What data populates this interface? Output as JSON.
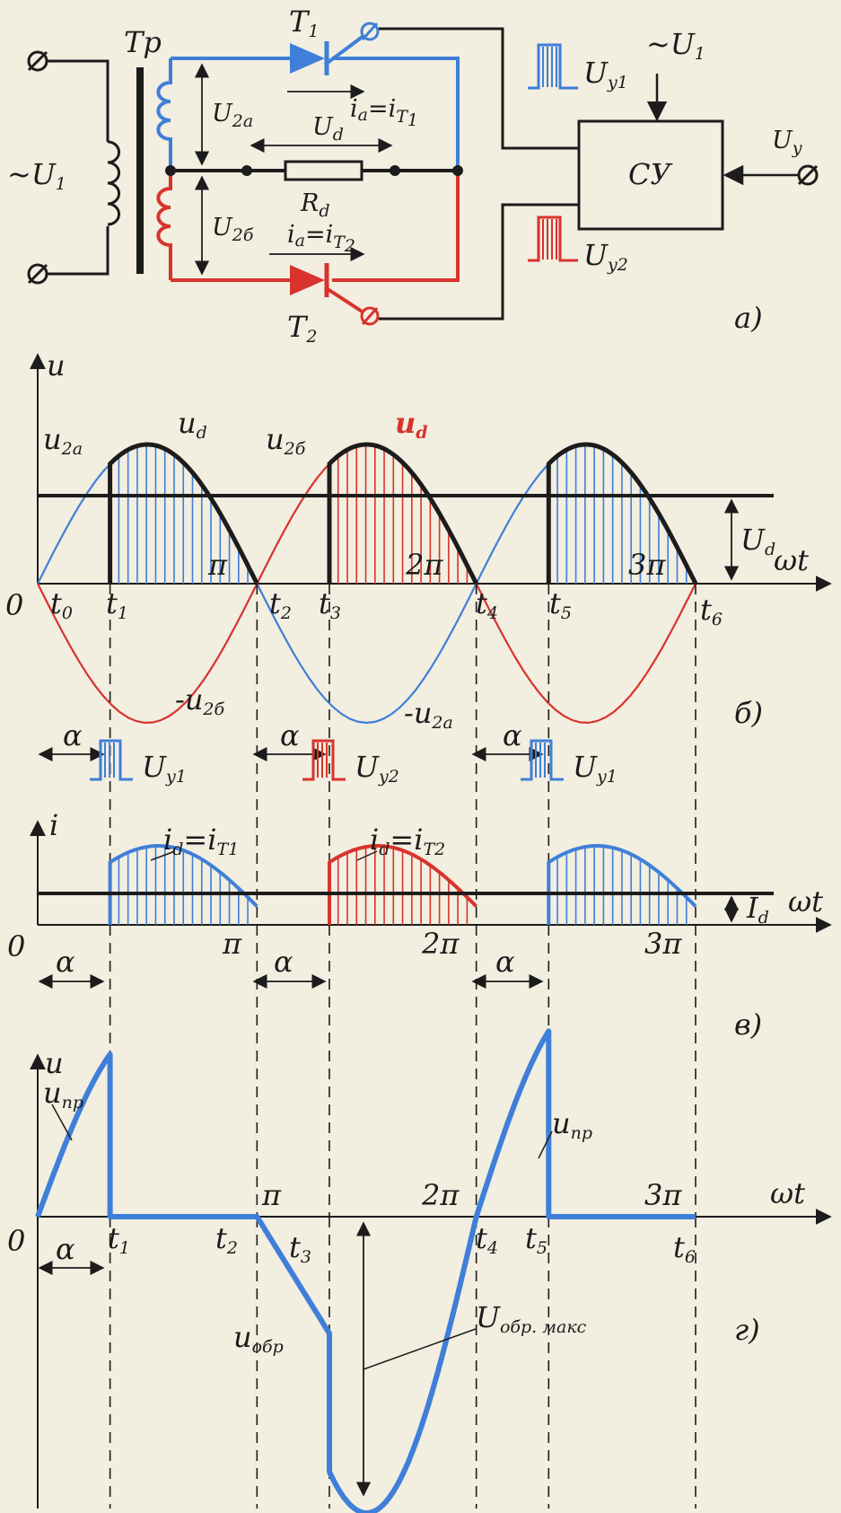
{
  "colors": {
    "blue": "#3f7fd9",
    "red": "#d8332c",
    "black": "#1c1c1c",
    "paper": "#f2eee0"
  },
  "circuit": {
    "source": "~U",
    "source_sub": "1",
    "transformer": "Tp",
    "thyristor1": "T",
    "thyristor1_sub": "1",
    "thyristor2": "T",
    "thyristor2_sub": "2",
    "u2a": "U",
    "u2a_sub": "2a",
    "u2b": "U",
    "u2b_sub": "2б",
    "ud": "U",
    "ud_sub": "d",
    "rd": "R",
    "rd_sub": "d",
    "ia1": "i",
    "ia1_mid": "a",
    "ia1_eq": "=i",
    "ia1_sub": "T",
    "ia1_sub2": "1",
    "ia2": "i",
    "ia2_mid": "a",
    "ia2_eq": "=i",
    "ia2_sub": "T",
    "ia2_sub2": "2",
    "uy1": "U",
    "uy1_sub": "y1",
    "uy2": "U",
    "uy2_sub": "y2",
    "supply": "~U",
    "supply_sub": "1",
    "control_unit": "СУ",
    "control_input": "U",
    "control_input_sub": "y",
    "panel": "а)"
  },
  "panel_b": {
    "y_axis": "u",
    "x_axis": "ωt",
    "origin": "0",
    "u2a": "u",
    "u2a_sub": "2a",
    "u2b": "u",
    "u2b_sub": "2б",
    "ud_1": "u",
    "ud_1_sub": "d",
    "ud_2": "u",
    "ud_2_sub": "d",
    "neg_u2b": "-u",
    "neg_u2b_sub": "2б",
    "neg_u2a": "-u",
    "neg_u2a_sub": "2a",
    "pi": "π",
    "two_pi": "2π",
    "three_pi": "3π",
    "Ud": "U",
    "Ud_sub": "d",
    "t0": "t",
    "t0_sub": "0",
    "t1": "t",
    "t1_sub": "1",
    "t2": "t",
    "t2_sub": "2",
    "t3": "t",
    "t3_sub": "3",
    "t4": "t",
    "t4_sub": "4",
    "t5": "t",
    "t5_sub": "5",
    "t6": "t",
    "t6_sub": "6",
    "alpha": "α",
    "uy1": "U",
    "uy1_sub": "y1",
    "uy2": "U",
    "uy2_sub": "y2",
    "uy3": "U",
    "uy3_sub": "y1",
    "panel": "б)"
  },
  "panel_v": {
    "y_axis": "i",
    "x_axis": "ωt",
    "origin": "0",
    "id1": "i",
    "id1_sub": "d",
    "id1_eq": "=i",
    "id1_sub2": "T1",
    "id2": "i",
    "id2_sub": "d",
    "id2_eq": "=i",
    "id2_sub2": "T2",
    "Id": "I",
    "Id_sub": "d",
    "pi": "π",
    "two_pi": "2π",
    "three_pi": "3π",
    "alpha": "α",
    "panel": "в)"
  },
  "panel_g": {
    "y_axis": "u",
    "x_axis": "ωt",
    "origin": "0",
    "upr_1": "u",
    "upr_1_sub": "пр",
    "upr_2": "u",
    "upr_2_sub": "пр",
    "uobr": "u",
    "uobr_sub": "обр",
    "uobr_max": "U",
    "uobr_max_sub": "обр. макс",
    "pi": "π",
    "two_pi": "2π",
    "three_pi": "3π",
    "t1": "t",
    "t1_sub": "1",
    "t2": "t",
    "t2_sub": "2",
    "t3": "t",
    "t3_sub": "3",
    "t4": "t",
    "t4_sub": "4",
    "t5": "t",
    "t5_sub": "5",
    "t6": "t",
    "t6_sub": "6",
    "alpha": "α",
    "panel": "г)"
  }
}
